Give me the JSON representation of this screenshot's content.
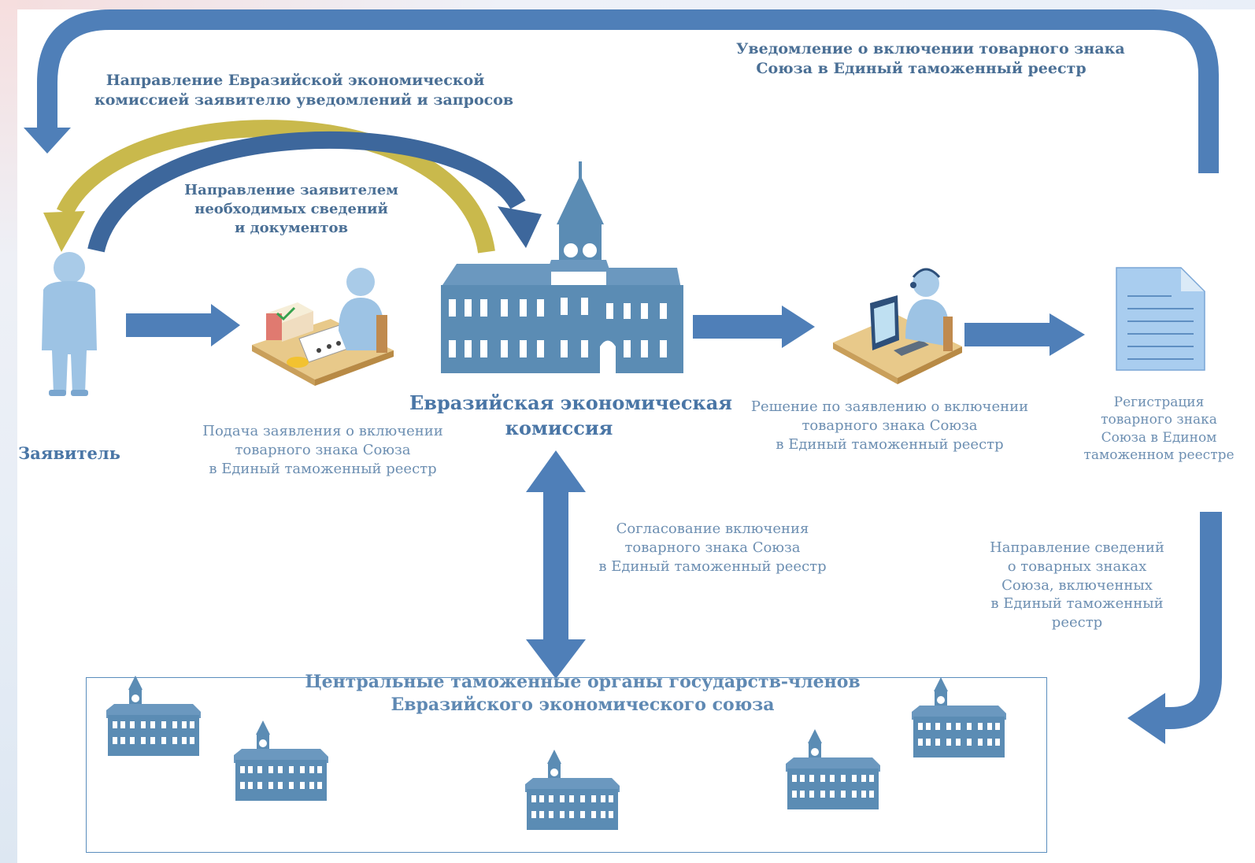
{
  "labels": {
    "top_right_notice": "Уведомление о включении товарного знака\nСоюза в Единый таможенный реестр",
    "commission_requests": "Направление Евразийской экономической\nкомиссией заявителю уведомлений и запросов",
    "applicant_documents": "Направление заявителем\nнеобходимых сведений\nи документов",
    "applicant": "Заявитель",
    "application_filing": "Подача заявления о включении\nтоварного знака Союза\nв Единый таможенный реестр",
    "commission": "Евразийская экономическая\nкомиссия",
    "decision": "Решение по заявлению о включении\nтоварного знака Союза\nв Единый таможенный реестр",
    "registration": "Регистрация\nтоварного знака\nСоюза в Едином\nтаможенном реестре",
    "coordination": "Согласование включения\nтоварного знака Союза\nв Единый таможенный реестр",
    "sending_info": "Направление сведений\nо товарных знаках\nСоюза, включенных\nв Единый таможенный\nреестр",
    "customs_bodies": "Центральные таможенные органы государств-членов\nЕвразийского экономического союза"
  },
  "colors": {
    "arrow_blue": "#4f7fb8",
    "arrow_dark": "#3d679c",
    "arrow_gold": "#c9b94c",
    "building": "#5b8cb4",
    "person": "#9dc3e4"
  },
  "icons": [
    "applicant-person-icon",
    "desk-worker-icon",
    "commission-building-icon",
    "operator-computer-icon",
    "registry-document-icon",
    "customs-building-icon"
  ]
}
